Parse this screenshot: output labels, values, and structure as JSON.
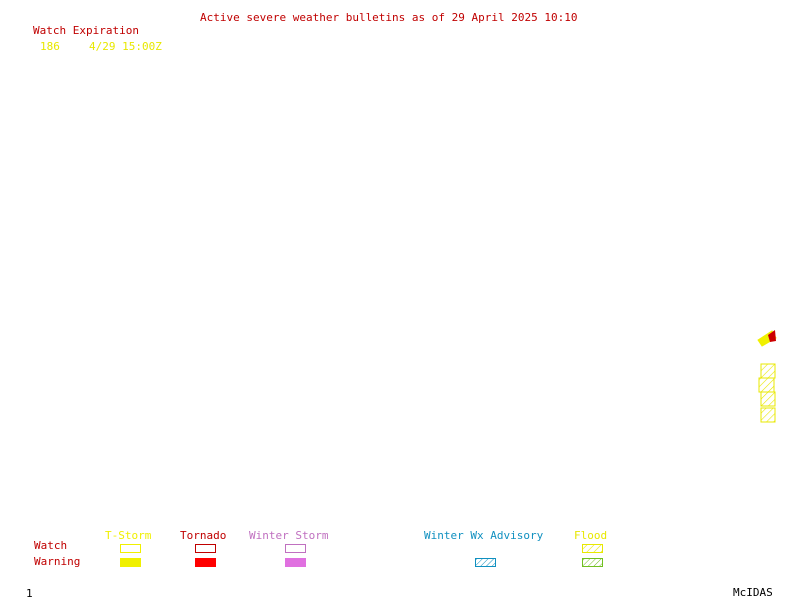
{
  "header": {
    "title": "Active severe weather bulletins as of 29 April 2025 10:10",
    "title_color": "#c00000"
  },
  "watch_table": {
    "heading": "Watch Expiration",
    "rows": [
      {
        "number": "186",
        "expiration": "4/29 15:00Z"
      }
    ],
    "row_color": "#e8e800"
  },
  "legend": {
    "row_labels": {
      "watch": "Watch",
      "warning": "Warning"
    },
    "columns": [
      {
        "name": "T-Storm",
        "color": "#f0f000",
        "watch_style": "outline",
        "warning_style": "solid"
      },
      {
        "name": "Tornado",
        "color": "#c00000",
        "warning_color": "#ff0000",
        "watch_style": "outline",
        "warning_style": "solid"
      },
      {
        "name": "Winter Storm",
        "color": "#c070c0",
        "warning_color": "#e070e0",
        "watch_style": "outline",
        "warning_style": "solid"
      },
      {
        "name": "Winter Wx Advisory",
        "color": "#1090c0",
        "warning_style": "hatched"
      },
      {
        "name": "Flood",
        "color": "#e8e800",
        "warning_color": "#70c020",
        "watch_style": "hatched",
        "warning_style": "hatched"
      }
    ]
  },
  "footer": {
    "frame_number": "1",
    "brand": "McIDAS"
  }
}
